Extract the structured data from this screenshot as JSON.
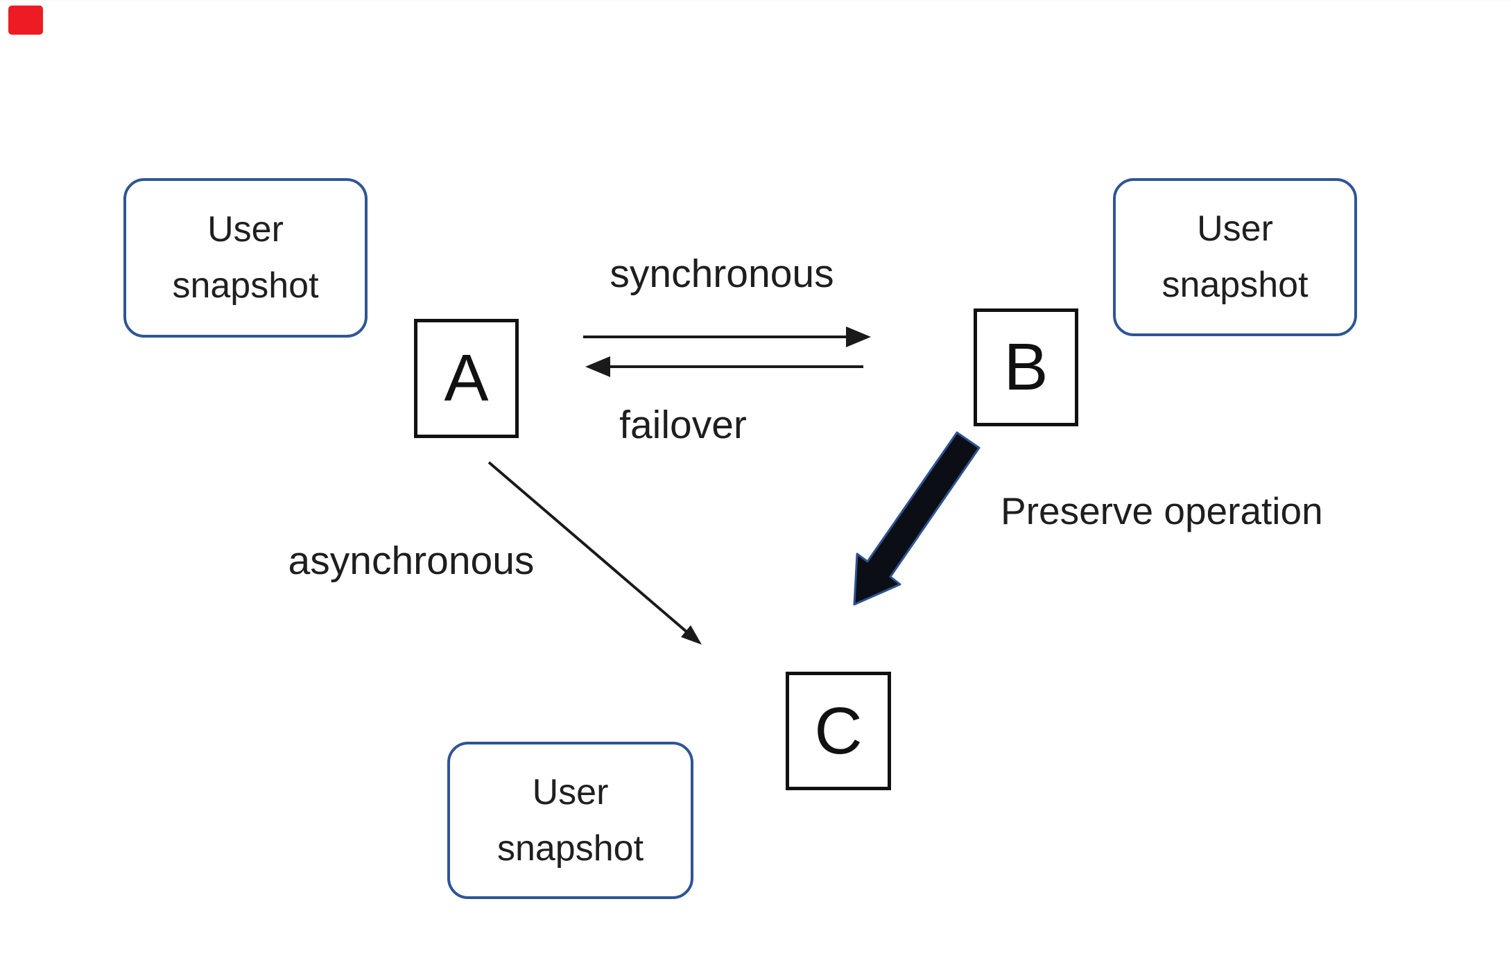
{
  "snapshot_label": {
    "line1": "User",
    "line2": "snapshot"
  },
  "nodes": {
    "a": "A",
    "b": "B",
    "c": "C"
  },
  "edge_labels": {
    "synchronous": "synchronous",
    "failover": "failover",
    "asynchronous": "asynchronous",
    "preserve": "Preserve operation"
  },
  "colors": {
    "background": "#ffffff",
    "snapshot-border": "#2e5595",
    "node-border": "#111111",
    "arrow-black": "#1a1a1a",
    "preserve-fill": "#0b0e14",
    "preserve-stroke": "#2e5395",
    "text": "#1f1f1f",
    "marker-red": "#ed1c24"
  }
}
